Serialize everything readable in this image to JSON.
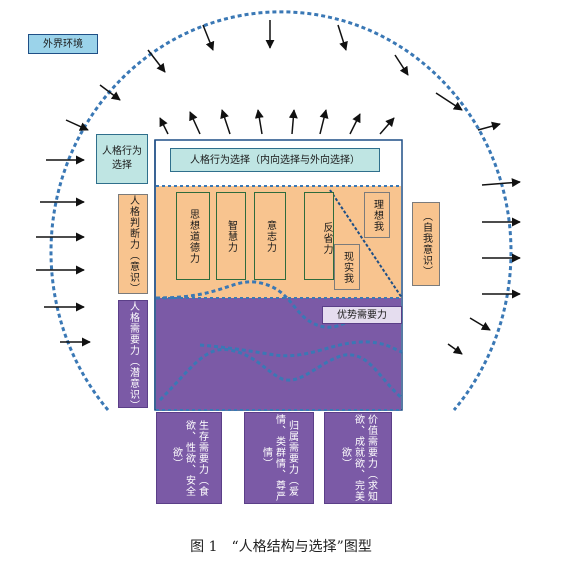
{
  "environment_label": "外界环境",
  "behavior_choice_left": "人格行为选择",
  "behavior_choice_top": "人格行为选择（内向选择与外向选择）",
  "judgment_power": "人格判断力（意识）",
  "ideological_moral": "思想道德力",
  "wisdom": "智慧力",
  "willpower": "意志力",
  "reflection": "反省力",
  "ideal_self": "理想我",
  "real_self": "现实我",
  "self_consciousness": "（自我意识）",
  "need_power": "人格需要力（潜意识）",
  "dominant_need": "优势需要力",
  "survival_need": "生存需要力（食欲、性欲、安全欲）",
  "belonging_need": "归属需要力（爱情、类群情、尊严情）",
  "value_need": "价值需要力（求知欲、成就欲、完美欲）",
  "caption": "图 1　“人格结构与选择”图型",
  "colors": {
    "orange": "#f8c48f",
    "purple": "#7b5aa6",
    "teal": "#bfe5e3",
    "blue_dash": "#3a78b5",
    "outline": "#1f4f86"
  }
}
